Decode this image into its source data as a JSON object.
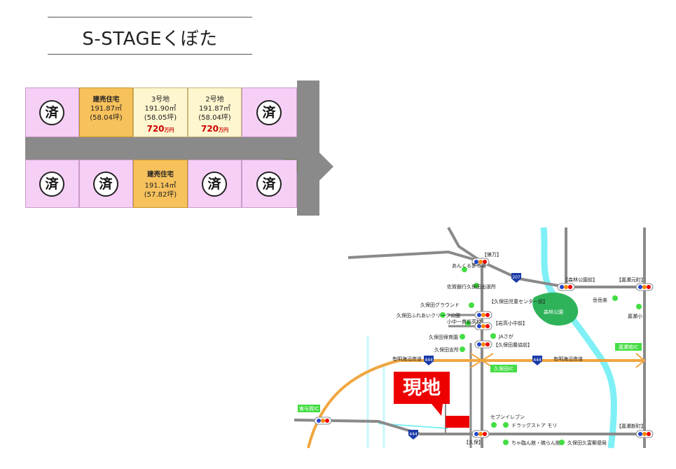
{
  "title": "S-STAGEくぼた",
  "lots": {
    "top": [
      {
        "status": "sold",
        "mark": "済"
      },
      {
        "status": "model",
        "head": "建売住宅",
        "area": "191.87㎡",
        "tsubo": "(58.04坪)"
      },
      {
        "status": "available",
        "head": "3号地",
        "area": "191.90㎡",
        "tsubo": "(58.05坪)",
        "price": "720",
        "unit": "万円"
      },
      {
        "status": "available",
        "head": "2号地",
        "area": "191.87㎡",
        "tsubo": "(58.04坪)",
        "price": "720",
        "unit": "万円"
      },
      {
        "status": "sold",
        "mark": "済"
      }
    ],
    "bottom": [
      {
        "status": "sold",
        "mark": "済"
      },
      {
        "status": "sold",
        "mark": "済"
      },
      {
        "status": "model",
        "head": "建売住宅",
        "area": "191.14㎡",
        "tsubo": "(57.82坪)"
      },
      {
        "status": "sold",
        "mark": "済"
      },
      {
        "status": "sold",
        "mark": "済"
      }
    ]
  },
  "colors": {
    "road": "#8a8a8a",
    "sold_lot": "#f6cff6",
    "model_lot": "#f7c15c",
    "available_lot": "#fdf6cf",
    "price": "#cc0000",
    "river": "#7ff0f5",
    "park": "#2fb35a",
    "expressway": "#f0a640",
    "marker": "#44dd44",
    "site": "#ee0000"
  },
  "map": {
    "site_label": "現地",
    "route_207": "207",
    "route_444a": "444",
    "route_444b": "444",
    "route_444c": "444",
    "park": "森林公園",
    "highway_west": "有明海沿岸道",
    "highway_east": "有明海沿岸道",
    "ic_kubota": "久保田IC",
    "ic_kase": "嘉瀬南IC",
    "ic_higashiyoka": "東与賀IC",
    "signals": {
      "yoroduma": "【俵万】",
      "shinrinkoen": "【森林公園前】",
      "kasemotomachi": "【嘉瀬元町】",
      "jidocenter": "【久保田児童センター前】",
      "iwamasho": "【岩高小中前】",
      "nokyomae": "【久保田農協前】",
      "kubota": "【久保】",
      "kasekawa": "【嘉瀬新町】"
    },
    "places": {
      "ankuru": "あんくる夢市場",
      "bank": "佐賀銀行久保田出張所",
      "ground": "久保田グラウンド",
      "fureai": "久保田ふれあいクリーク公園",
      "school": "小中一貫岩高校",
      "hoikuen": "久保田保育園",
      "ja": "JAさが",
      "shisho": "久保田支所",
      "eiyo": "岳岳楽",
      "kaseshou": "嘉瀬小",
      "seven": "セブンイレブン",
      "drugstore": "ドラッグストア モリ",
      "cafe": "ちゃ臨ん館・暁らん館",
      "post": "久保田久富郵便局"
    }
  }
}
